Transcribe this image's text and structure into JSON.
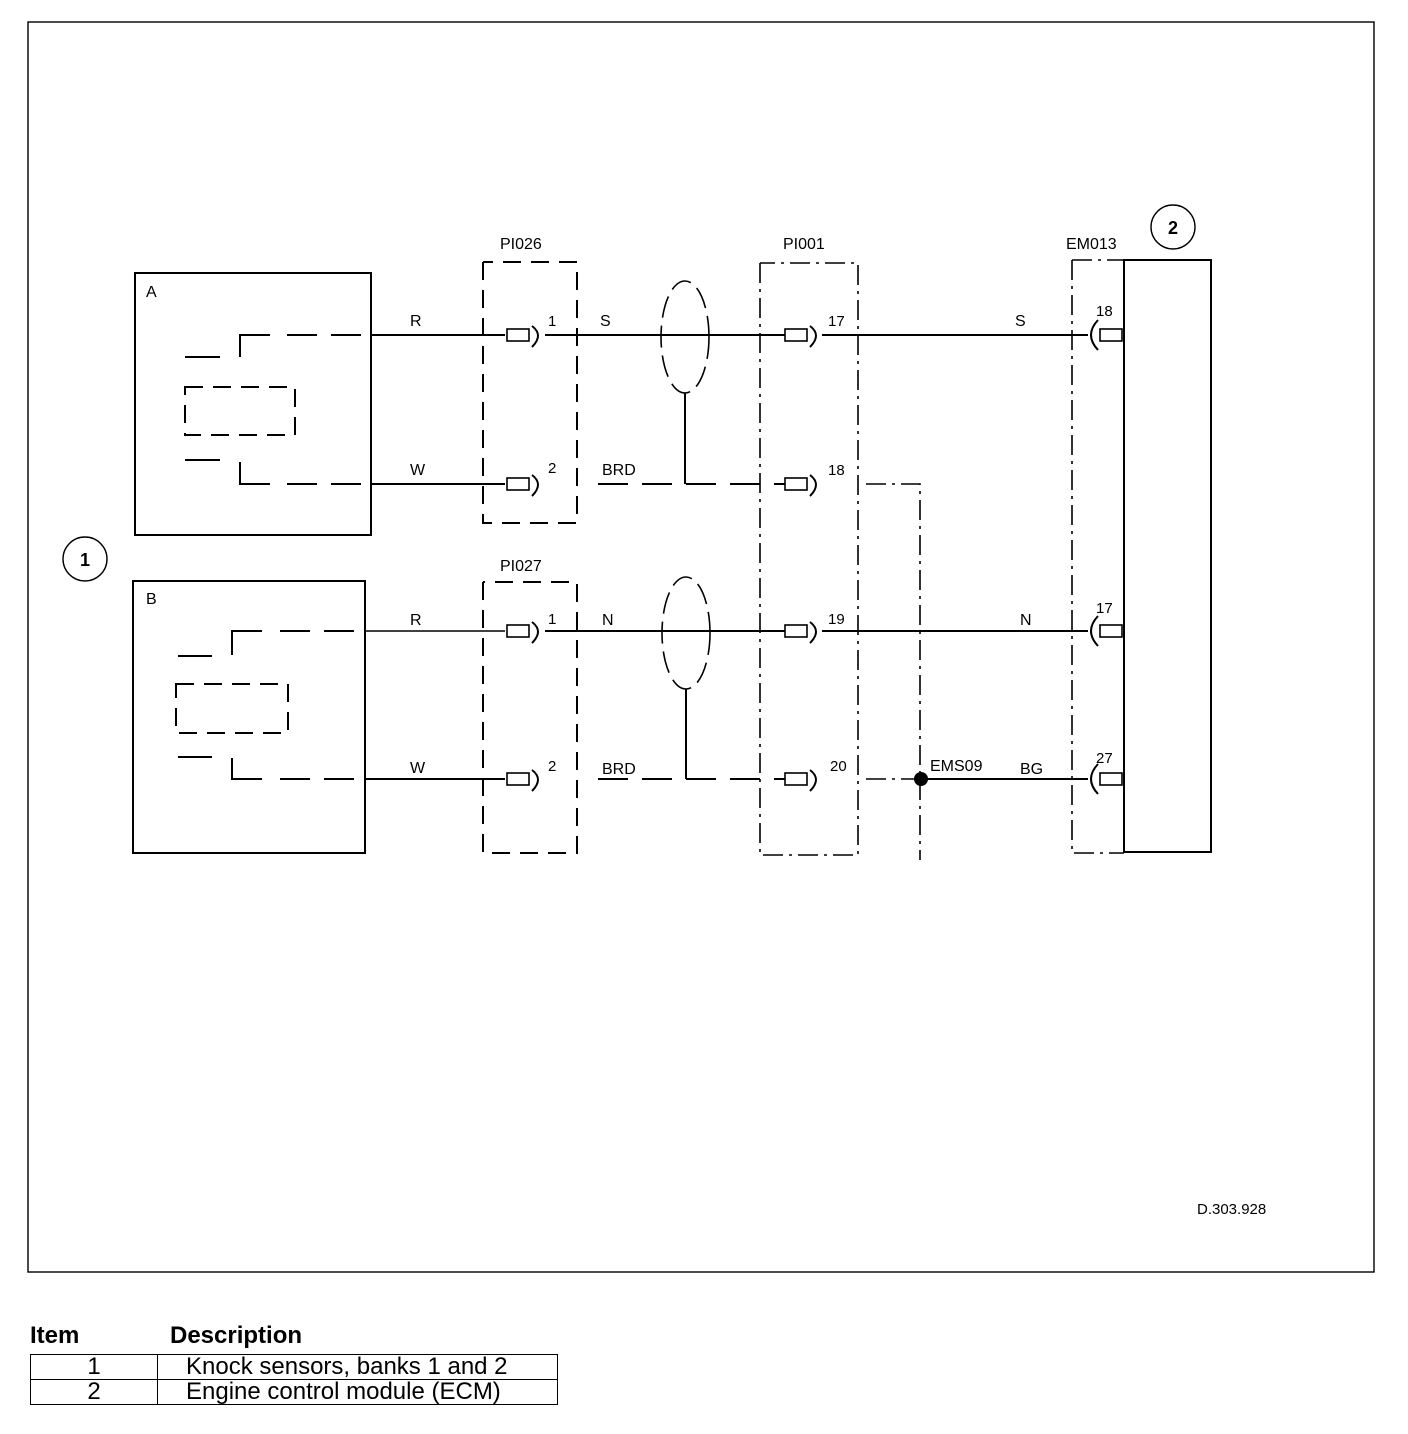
{
  "diagram": {
    "drawing_id": "D.303.928",
    "callouts": {
      "sensors": "1",
      "ecm": "2"
    },
    "sensor_a": {
      "label": "A",
      "wire_top": "R",
      "wire_bottom": "W"
    },
    "sensor_b": {
      "label": "B",
      "wire_top": "R",
      "wire_bottom": "W"
    },
    "connectors": {
      "pi026": {
        "name": "PI026",
        "pin_top": "1",
        "pin_bottom": "2"
      },
      "pi027": {
        "name": "PI027",
        "pin_top": "1",
        "pin_bottom": "2"
      },
      "pi001": {
        "name": "PI001",
        "pins": [
          "17",
          "18",
          "19",
          "20"
        ]
      },
      "em013": {
        "name": "EM013",
        "pins": [
          "18",
          "17",
          "27"
        ]
      }
    },
    "wires": {
      "bank1_signal": "S",
      "bank1_screen": "BRD",
      "bank2_signal": "N",
      "bank2_screen": "BRD",
      "ecm_signal_1": "S",
      "ecm_signal_2": "N",
      "ground": "BG"
    },
    "splice": "EMS09"
  },
  "legend": {
    "headers": {
      "item": "Item",
      "description": "Description"
    },
    "rows": [
      {
        "item": "1",
        "description": "Knock sensors, banks 1 and 2"
      },
      {
        "item": "2",
        "description": "Engine control module (ECM)"
      }
    ]
  }
}
